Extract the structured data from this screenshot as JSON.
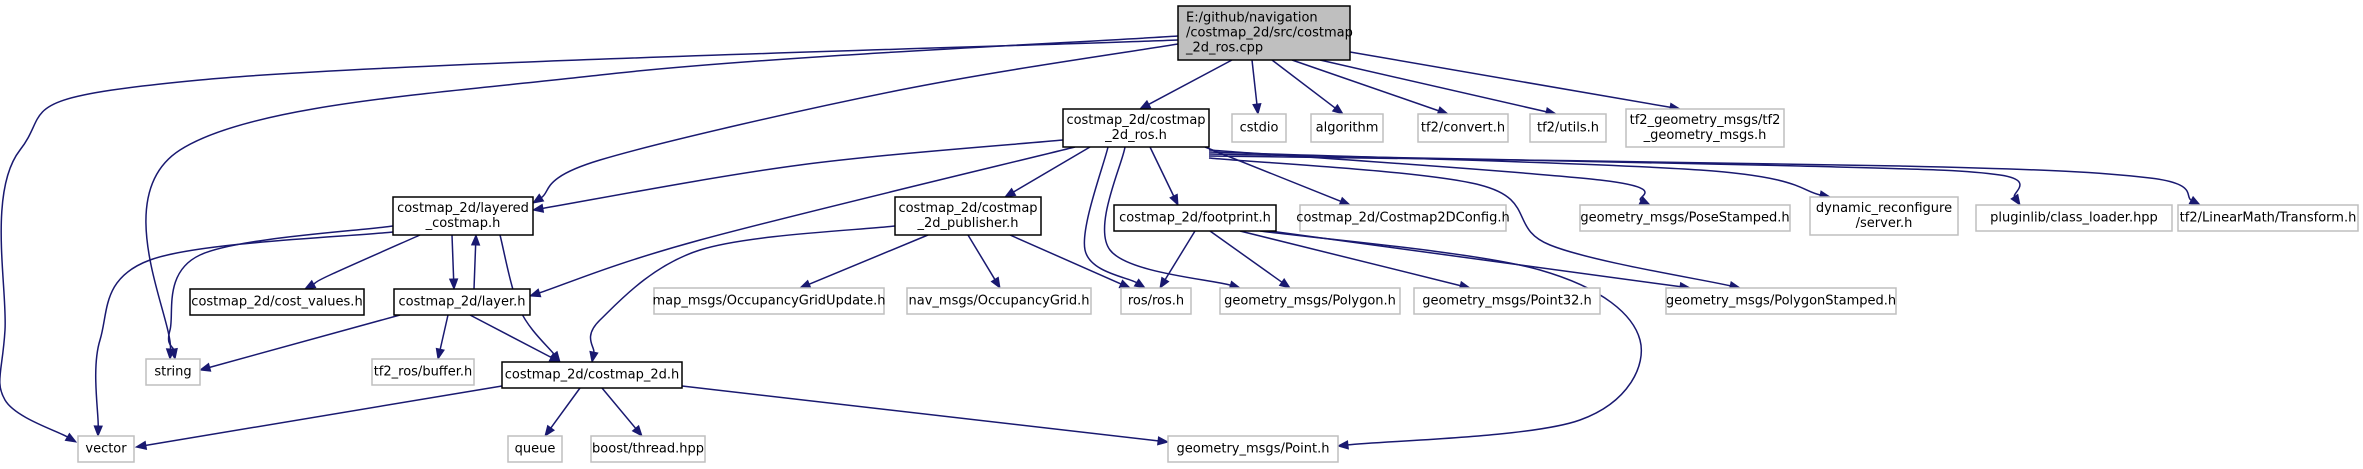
{
  "graph": {
    "colors": {
      "root_fill": "#bfbfbf",
      "root_border": "#000000",
      "documented_border": "#000000",
      "external_border": "#bfbfbf",
      "edge": "#191970"
    },
    "nodes": [
      {
        "id": "root",
        "kind": "root",
        "lines": [
          "E:/github/navigation",
          "/costmap_2d/src/costmap",
          "_2d_ros.cpp"
        ]
      },
      {
        "id": "vector",
        "kind": "external",
        "lines": [
          "vector"
        ]
      },
      {
        "id": "layered_costmap",
        "kind": "documented",
        "lines": [
          "costmap_2d/layered",
          "_costmap.h"
        ]
      },
      {
        "id": "string",
        "kind": "external",
        "lines": [
          "string"
        ]
      },
      {
        "id": "costmap_2d_ros_h",
        "kind": "documented",
        "lines": [
          "costmap_2d/costmap",
          "_2d_ros.h"
        ]
      },
      {
        "id": "cstdio",
        "kind": "external",
        "lines": [
          "cstdio"
        ]
      },
      {
        "id": "algorithm",
        "kind": "external",
        "lines": [
          "algorithm"
        ]
      },
      {
        "id": "tf2_convert",
        "kind": "external",
        "lines": [
          "tf2/convert.h"
        ]
      },
      {
        "id": "tf2_utils",
        "kind": "external",
        "lines": [
          "tf2/utils.h"
        ]
      },
      {
        "id": "tf2_geometry_msgs",
        "kind": "external",
        "lines": [
          "tf2_geometry_msgs/tf2",
          "_geometry_msgs.h"
        ]
      },
      {
        "id": "cost_values",
        "kind": "documented",
        "lines": [
          "costmap_2d/cost_values.h"
        ]
      },
      {
        "id": "layer",
        "kind": "documented",
        "lines": [
          "costmap_2d/layer.h"
        ]
      },
      {
        "id": "costmap_2d_h",
        "kind": "documented",
        "lines": [
          "costmap_2d/costmap_2d.h"
        ]
      },
      {
        "id": "tf2_ros_buffer",
        "kind": "external",
        "lines": [
          "tf2_ros/buffer.h"
        ]
      },
      {
        "id": "queue",
        "kind": "external",
        "lines": [
          "queue"
        ]
      },
      {
        "id": "boost_thread",
        "kind": "external",
        "lines": [
          "boost/thread.hpp"
        ]
      },
      {
        "id": "point",
        "kind": "external",
        "lines": [
          "geometry_msgs/Point.h"
        ]
      },
      {
        "id": "publisher",
        "kind": "documented",
        "lines": [
          "costmap_2d/costmap",
          "_2d_publisher.h"
        ]
      },
      {
        "id": "occgrid_update",
        "kind": "external",
        "lines": [
          "map_msgs/OccupancyGridUpdate.h"
        ]
      },
      {
        "id": "occgrid",
        "kind": "external",
        "lines": [
          "nav_msgs/OccupancyGrid.h"
        ]
      },
      {
        "id": "ros",
        "kind": "external",
        "lines": [
          "ros/ros.h"
        ]
      },
      {
        "id": "footprint",
        "kind": "documented",
        "lines": [
          "costmap_2d/footprint.h"
        ]
      },
      {
        "id": "polygon",
        "kind": "external",
        "lines": [
          "geometry_msgs/Polygon.h"
        ]
      },
      {
        "id": "point32",
        "kind": "external",
        "lines": [
          "geometry_msgs/Point32.h"
        ]
      },
      {
        "id": "polygon_stamped",
        "kind": "external",
        "lines": [
          "geometry_msgs/PolygonStamped.h"
        ]
      },
      {
        "id": "config",
        "kind": "external",
        "lines": [
          "costmap_2d/Costmap2DConfig.h"
        ]
      },
      {
        "id": "pose_stamped",
        "kind": "external",
        "lines": [
          "geometry_msgs/PoseStamped.h"
        ]
      },
      {
        "id": "dyn_reconf",
        "kind": "external",
        "lines": [
          "dynamic_reconfigure",
          "/server.h"
        ]
      },
      {
        "id": "class_loader",
        "kind": "external",
        "lines": [
          "pluginlib/class_loader.hpp"
        ]
      },
      {
        "id": "transform",
        "kind": "external",
        "lines": [
          "tf2/LinearMath/Transform.h"
        ]
      }
    ],
    "edges": [
      {
        "from": "root",
        "to": "vector"
      },
      {
        "from": "root",
        "to": "layered_costmap"
      },
      {
        "from": "root",
        "to": "string"
      },
      {
        "from": "root",
        "to": "costmap_2d_ros_h"
      },
      {
        "from": "root",
        "to": "cstdio"
      },
      {
        "from": "root",
        "to": "algorithm"
      },
      {
        "from": "root",
        "to": "tf2_convert"
      },
      {
        "from": "root",
        "to": "tf2_utils"
      },
      {
        "from": "root",
        "to": "tf2_geometry_msgs"
      },
      {
        "from": "costmap_2d_ros_h",
        "to": "layered_costmap"
      },
      {
        "from": "costmap_2d_ros_h",
        "to": "layer"
      },
      {
        "from": "costmap_2d_ros_h",
        "to": "publisher"
      },
      {
        "from": "costmap_2d_ros_h",
        "to": "ros"
      },
      {
        "from": "costmap_2d_ros_h",
        "to": "footprint"
      },
      {
        "from": "costmap_2d_ros_h",
        "to": "polygon"
      },
      {
        "from": "costmap_2d_ros_h",
        "to": "config"
      },
      {
        "from": "costmap_2d_ros_h",
        "to": "pose_stamped"
      },
      {
        "from": "costmap_2d_ros_h",
        "to": "dyn_reconf"
      },
      {
        "from": "costmap_2d_ros_h",
        "to": "class_loader"
      },
      {
        "from": "costmap_2d_ros_h",
        "to": "transform"
      },
      {
        "from": "costmap_2d_ros_h",
        "to": "polygon_stamped"
      },
      {
        "from": "layered_costmap",
        "to": "cost_values"
      },
      {
        "from": "layered_costmap",
        "to": "layer"
      },
      {
        "from": "layered_costmap",
        "to": "costmap_2d_h"
      },
      {
        "from": "layered_costmap",
        "to": "string"
      },
      {
        "from": "layered_costmap",
        "to": "vector"
      },
      {
        "from": "layer",
        "to": "layered_costmap"
      },
      {
        "from": "layer",
        "to": "costmap_2d_h"
      },
      {
        "from": "layer",
        "to": "string"
      },
      {
        "from": "layer",
        "to": "tf2_ros_buffer"
      },
      {
        "from": "costmap_2d_h",
        "to": "vector"
      },
      {
        "from": "costmap_2d_h",
        "to": "queue"
      },
      {
        "from": "costmap_2d_h",
        "to": "boost_thread"
      },
      {
        "from": "costmap_2d_h",
        "to": "point"
      },
      {
        "from": "publisher",
        "to": "costmap_2d_h"
      },
      {
        "from": "publisher",
        "to": "occgrid_update"
      },
      {
        "from": "publisher",
        "to": "occgrid"
      },
      {
        "from": "publisher",
        "to": "ros"
      },
      {
        "from": "footprint",
        "to": "ros"
      },
      {
        "from": "footprint",
        "to": "polygon"
      },
      {
        "from": "footprint",
        "to": "point32"
      },
      {
        "from": "footprint",
        "to": "polygon_stamped"
      },
      {
        "from": "footprint",
        "to": "point"
      }
    ]
  }
}
